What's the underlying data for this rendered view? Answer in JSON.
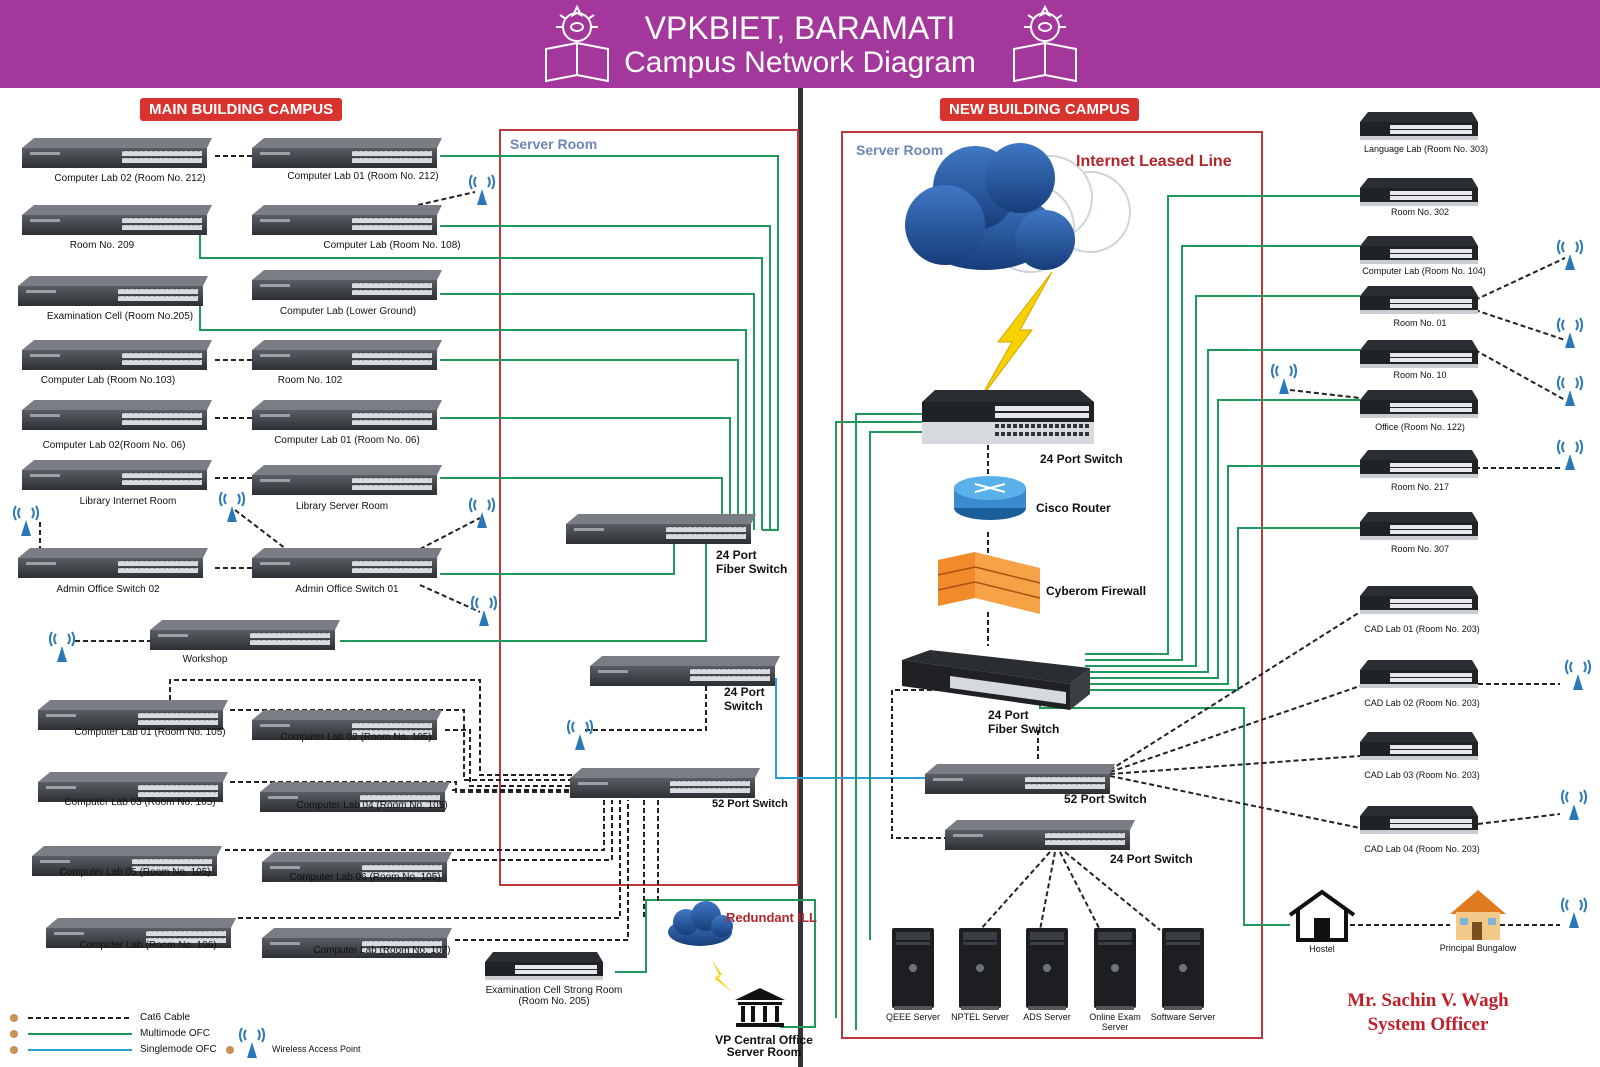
{
  "header": {
    "title_line1": "VPKBIET, BARAMATI",
    "title_line2": "Campus Network Diagram",
    "background": "#a3379b"
  },
  "main_building": {
    "badge": "MAIN BUILDING CAMPUS",
    "server_room_label": "Server Room",
    "switches": {
      "cl02_212": "Computer Lab 02 (Room No. 212)",
      "cl01_212": "Computer Lab 01 (Room No. 212)",
      "room_209": "Room No. 209",
      "cl_108": "Computer Lab (Room No. 108)",
      "exam_205": "Examination Cell (Room No.205)",
      "cl_lower": "Computer Lab (Lower Ground)",
      "cl_103": "Computer Lab (Room No.103)",
      "room_102": "Room No. 102",
      "cl02_06": "Computer Lab 02(Room No. 06)",
      "cl01_06": "Computer Lab 01 (Room No. 06)",
      "library_internet": "Library Internet Room",
      "library_server": "Library Server Room",
      "admin_02": "Admin Office Switch 02",
      "admin_01": "Admin Office Switch 01",
      "workshop": "Workshop",
      "cl01_105": "Computer Lab 01 (Room No. 105)",
      "cl02_105": "Computer Lab 02 (Room No. 105)",
      "cl03_105": "Computer Lab 03 (Room No. 105)",
      "cl04_105": "Computer Lab 04 (Room No. 105)",
      "cl05_105": "Computer Lab 05 (Room No. 105)",
      "cl06_105": "Computer Lab 06 (Room No. 105)",
      "cl_106": "Computer Lab (Room No. 106)",
      "cl_107": "Computer Lab (Room No. 107)",
      "exam_strong": "Examination Cell Strong Room\n(Room No. 205)"
    },
    "fiber_switch": "24 Port\nFiber Switch",
    "port24_switch": "24 Port\nSwitch",
    "port52_switch": "52 Port Switch",
    "redundant_ill": "Redundant ILL",
    "vp_office": "VP Central Office\nServer Room"
  },
  "new_building": {
    "badge": "NEW BUILDING CAMPUS",
    "server_room_label": "Server Room",
    "internet_line": "Internet Leased Line",
    "switch24": "24 Port Switch",
    "router": "Cisco Router",
    "firewall": "Cyberom Firewall",
    "fiber_switch": "24 Port\nFiber Switch",
    "switch52": "52 Port Switch",
    "switch24_lower": "24 Port Switch",
    "servers": [
      "QEEE Server",
      "NPTEL Server",
      "ADS Server",
      "Online Exam\nServer",
      "Software Server"
    ],
    "right_switches": [
      "Language Lab (Room No. 303)",
      "Room No. 302",
      "Computer Lab (Room No. 104)",
      "Room No. 01",
      "Room No. 10",
      "Office (Room No. 122)",
      "Room No. 217",
      "Room No. 307",
      "CAD Lab 01 (Room No. 203)",
      "CAD Lab 02 (Room No. 203)",
      "CAD Lab 03 (Room No. 203)",
      "CAD Lab 04 (Room No. 203)"
    ],
    "hostel": "Hostel",
    "bungalow": "Principal Bungalow"
  },
  "legend": {
    "cat6": "Cat6 Cable",
    "multimode": "Multimode OFC",
    "singlemode": "Singlemode OFC",
    "wireless": "Wireless Access Point"
  },
  "credit": {
    "name": "Mr. Sachin V. Wagh",
    "role": "System Officer"
  },
  "colors": {
    "green": "#1f9a5a",
    "blue": "#2a9fd6",
    "border": "#c0383c"
  }
}
